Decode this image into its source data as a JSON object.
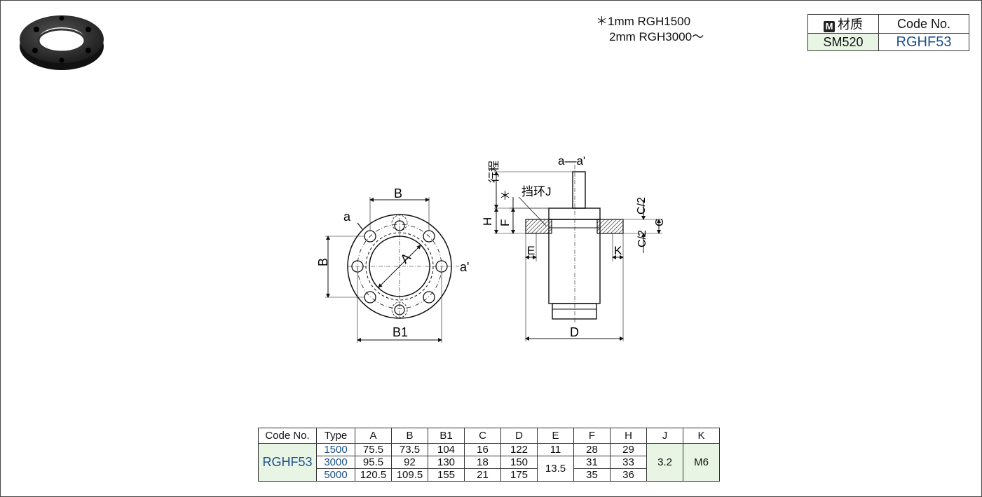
{
  "note": {
    "line1": "＊1mm  RGH1500",
    "line2": "2mm  RGH3000～"
  },
  "material_table": {
    "material_label": "材质",
    "material_icon_letter": "M",
    "code_label": "Code No.",
    "material_value": "SM520",
    "code_value": "RGHF53"
  },
  "drawing": {
    "left_labels": {
      "B_top": "B",
      "B_left": "B",
      "B1": "B1",
      "A": "A",
      "a": "a",
      "a_prime": "a'"
    },
    "right_labels": {
      "section": "a—a'",
      "stroke": "行程",
      "star": "＊",
      "ring": "挡环J",
      "H": "H",
      "F": "F",
      "E": "E",
      "K": "K",
      "D": "D",
      "C_half_top": "C/2",
      "C": "C",
      "C_half_bottom": "C/2"
    }
  },
  "spec_table": {
    "headers": [
      "Code No.",
      "Type",
      "A",
      "B",
      "B1",
      "C",
      "D",
      "E",
      "F",
      "H",
      "J",
      "K"
    ],
    "code": "RGHF53",
    "rows": [
      {
        "type": "1500",
        "A": "75.5",
        "B": "73.5",
        "B1": "104",
        "C": "16",
        "D": "122",
        "E": "11",
        "F": "28",
        "H": "29"
      },
      {
        "type": "3000",
        "A": "95.5",
        "B": "92",
        "B1": "130",
        "C": "18",
        "D": "150",
        "F": "31",
        "H": "33"
      },
      {
        "type": "5000",
        "A": "120.5",
        "B": "109.5",
        "B1": "155",
        "C": "21",
        "D": "175",
        "F": "35",
        "H": "36"
      }
    ],
    "E_merged": "13.5",
    "J": "3.2",
    "K": "M6"
  }
}
